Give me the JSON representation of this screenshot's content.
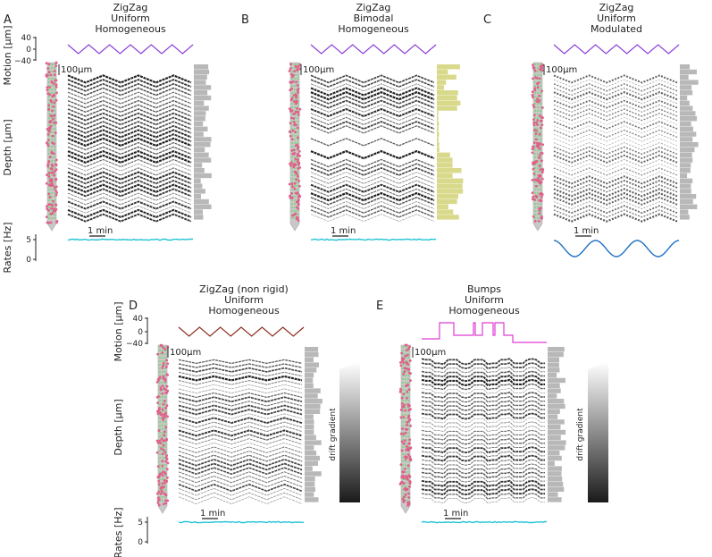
{
  "panels": [
    {
      "letter": "A",
      "title": [
        "ZigZag",
        "Uniform",
        "Homogeneous"
      ],
      "scale": "100µm",
      "time": "1 min",
      "hist": "gray",
      "rate": "flat",
      "motion": "zigzag"
    },
    {
      "letter": "B",
      "title": [
        "ZigZag",
        "Bimodal",
        "Homogeneous"
      ],
      "scale": "100µm",
      "time": "1 min",
      "hist": "yellow",
      "rate": "flat",
      "motion": "zigzag"
    },
    {
      "letter": "C",
      "title": [
        "ZigZag",
        "Uniform",
        "Modulated"
      ],
      "scale": "100µm",
      "time": "1 min",
      "hist": "gray",
      "rate": "sine",
      "motion": "zigzag"
    },
    {
      "letter": "D",
      "title": [
        "ZigZag (non rigid)",
        "Uniform",
        "Homogeneous"
      ],
      "scale": "100µm",
      "time": "1 min",
      "hist": "gray",
      "rate": "flat",
      "motion": "zigzag-nonrigid",
      "gradient": "drift gradient"
    },
    {
      "letter": "E",
      "title": [
        "Bumps",
        "Uniform",
        "Homogeneous"
      ],
      "scale": "100µm",
      "time": "1 min",
      "hist": "gray",
      "rate": "flat",
      "motion": "bumps",
      "gradient": "drift gradient"
    }
  ],
  "axes": {
    "motion": "Motion [µm]",
    "depth": "Depth [µm]",
    "rates": "Rates [Hz]",
    "motion_ticks": [
      "40",
      "0",
      "−40"
    ],
    "rate_ticks": [
      "5",
      "0"
    ]
  },
  "colors": {
    "motion_purple": "#8b3fd9",
    "motion_brown": "#8b2d1e",
    "motion_magenta": "#e03bd4",
    "rate_cyan": "#22c4d4",
    "rate_blue": "#1f6fc4",
    "hist_gray": "#b8b8b8",
    "hist_yellow": "#d8d98a",
    "probe_pink": "#e0608a",
    "probe_green": "#8fd18a"
  }
}
